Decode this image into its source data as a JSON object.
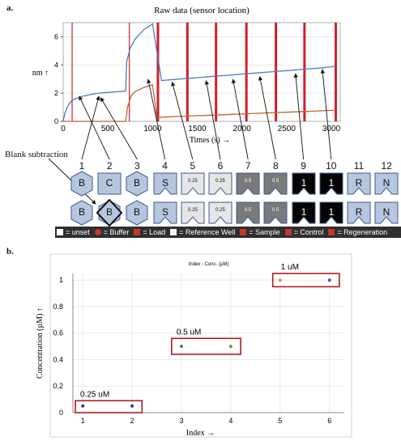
{
  "panel_a": {
    "letter": "a.",
    "blank_subtraction_label": "Blank subtraction",
    "plate": {
      "column_numbers": [
        "1",
        "2",
        "3",
        "4",
        "5",
        "6",
        "7",
        "8",
        "9",
        "10",
        "11",
        "12"
      ],
      "row1": [
        {
          "type": "reference",
          "label": "B",
          "fill": "#b7c6df"
        },
        {
          "type": "buffer",
          "label": "C",
          "fill": "#b7c6df"
        },
        {
          "type": "reference",
          "label": "B",
          "fill": "#b7c6df"
        },
        {
          "type": "sample",
          "label": "S",
          "fill": "#b7c6df"
        },
        {
          "type": "sample",
          "label": "0.25",
          "fill": "#e6e6e6"
        },
        {
          "type": "sample",
          "label": "0.25",
          "fill": "#e6e6e6"
        },
        {
          "type": "sample",
          "label": "0.5",
          "fill": "#7a7a7a"
        },
        {
          "type": "sample",
          "label": "0.5",
          "fill": "#7a7a7a"
        },
        {
          "type": "sample",
          "label": "1",
          "fill": "#050505"
        },
        {
          "type": "sample",
          "label": "1",
          "fill": "#050505"
        },
        {
          "type": "sample",
          "label": "R",
          "fill": "#b7c6df"
        },
        {
          "type": "sample",
          "label": "N",
          "fill": "#b7c6df"
        }
      ],
      "row2": [
        {
          "type": "reference",
          "label": "B",
          "fill": "#b7c6df"
        },
        {
          "type": "reference-bold",
          "label": "B",
          "fill": "#b7c6df"
        },
        {
          "type": "reference",
          "label": "B",
          "fill": "#b7c6df"
        },
        {
          "type": "sample",
          "label": "S",
          "fill": "#b7c6df"
        },
        {
          "type": "sample",
          "label": "0.25",
          "fill": "#e6e6e6"
        },
        {
          "type": "sample",
          "label": "0.25",
          "fill": "#e6e6e6"
        },
        {
          "type": "sample",
          "label": "0.5",
          "fill": "#7a7a7a"
        },
        {
          "type": "sample",
          "label": "0.5",
          "fill": "#7a7a7a"
        },
        {
          "type": "sample",
          "label": "1",
          "fill": "#050505"
        },
        {
          "type": "sample",
          "label": "1",
          "fill": "#050505"
        },
        {
          "type": "sample",
          "label": "R",
          "fill": "#b7c6df"
        },
        {
          "type": "sample",
          "label": "N",
          "fill": "#b7c6df"
        }
      ],
      "legend": [
        {
          "text": "= unset",
          "color": "#ffffff"
        },
        {
          "text": "= Buffer",
          "color": "#c0392b"
        },
        {
          "text": "= Load",
          "color": "#c0392b"
        },
        {
          "text": "= Reference Well",
          "color": "#f5f5f5"
        },
        {
          "text": "= Sample",
          "color": "#c0392b"
        },
        {
          "text": "= Control",
          "color": "#c0392b"
        },
        {
          "text": "= Regeneration",
          "color": "#c0392b"
        }
      ]
    }
  },
  "panel_b": {
    "letter": "b."
  },
  "chart_data": [
    {
      "type": "line",
      "title": "Raw data (sensor location)",
      "xlabel": "Times  (s) →",
      "ylabel": "nm ↑",
      "xlim": [
        0,
        3100
      ],
      "ylim": [
        0,
        7
      ],
      "xticks": [
        "0",
        "500",
        "1000",
        "1500",
        "2000",
        "2500",
        "3000"
      ],
      "yticks": [
        "0",
        "2",
        "4",
        "6"
      ],
      "series": [
        {
          "color": "#4a7ebb",
          "x": [
            0,
            20,
            60,
            100,
            200,
            300,
            400,
            500,
            600,
            700,
            710,
            750,
            800,
            900,
            1000,
            1100,
            1300,
            1500,
            1700,
            1900,
            2100,
            2300,
            2500,
            2700,
            2900,
            3050
          ],
          "y": [
            0,
            0.6,
            1.2,
            1.5,
            1.75,
            1.9,
            2.0,
            2.05,
            2.1,
            2.15,
            4.2,
            5.2,
            5.8,
            6.5,
            6.9,
            2.9,
            3.0,
            3.1,
            3.2,
            3.3,
            3.4,
            3.5,
            3.6,
            3.7,
            3.8,
            3.9
          ]
        },
        {
          "color": "#c0652b",
          "x": [
            0,
            100,
            300,
            500,
            700,
            720,
            760,
            800,
            900,
            1000,
            1050,
            1100,
            1300,
            1500,
            1700,
            1900,
            2100,
            2300,
            2500,
            2700,
            2900,
            3050
          ],
          "y": [
            0,
            0,
            0,
            0,
            0,
            1.0,
            1.8,
            2.1,
            2.4,
            2.6,
            0.2,
            0.3,
            0.35,
            0.4,
            0.45,
            0.5,
            0.55,
            0.6,
            0.65,
            0.7,
            0.75,
            0.8
          ]
        }
      ],
      "step_lines_x": [
        100,
        740,
        1060,
        1390,
        1710,
        2050,
        2380,
        2700,
        3050
      ],
      "arrow_targets": [
        {
          "number": "1",
          "x": 400,
          "y": 2.0
        },
        {
          "number": "2",
          "x": 180,
          "y": 2.0
        },
        {
          "number": "3",
          "x": 420,
          "y": 1.9
        },
        {
          "number": "4",
          "x": 950,
          "y": 3.2
        },
        {
          "number": "5",
          "x": 1220,
          "y": 3.0
        },
        {
          "number": "6",
          "x": 1600,
          "y": 3.1
        },
        {
          "number": "7",
          "x": 1900,
          "y": 3.2
        },
        {
          "number": "8",
          "x": 2200,
          "y": 3.4
        },
        {
          "number": "9",
          "x": 2600,
          "y": 3.6
        },
        {
          "number": "10",
          "x": 2900,
          "y": 3.9
        }
      ]
    },
    {
      "type": "scatter",
      "title": "Index - Conc. (µM)",
      "xlabel": "Index →",
      "ylabel": "Concentration  (µM)  ↑",
      "xlim": [
        0.8,
        6.3
      ],
      "ylim": [
        0,
        1.05
      ],
      "xticks": [
        "1",
        "2",
        "3",
        "4",
        "5",
        "6"
      ],
      "yticks": [
        "0",
        "0.2",
        "0.4",
        "0.6",
        "0.8",
        "1"
      ],
      "points": [
        {
          "x": 1,
          "y": 0.05,
          "color": "#1f3f8f"
        },
        {
          "x": 2,
          "y": 0.05,
          "color": "#1f3f8f"
        },
        {
          "x": 3,
          "y": 0.5,
          "color": "#2e8b7a"
        },
        {
          "x": 4,
          "y": 0.5,
          "color": "#5aa02c"
        },
        {
          "x": 5,
          "y": 1.0,
          "color": "#c9a227"
        },
        {
          "x": 6,
          "y": 1.0,
          "color": "#3b5fa8"
        }
      ],
      "annotations": [
        {
          "text": "0.25 uM",
          "x0": 0.85,
          "x1": 2.2,
          "y0": 0.0,
          "y1": 0.09
        },
        {
          "text": "0.5 uM",
          "x0": 2.8,
          "x1": 4.2,
          "y0": 0.44,
          "y1": 0.56
        },
        {
          "text": "1 uM",
          "x0": 4.85,
          "x1": 6.2,
          "y0": 0.95,
          "y1": 1.05
        }
      ]
    }
  ]
}
